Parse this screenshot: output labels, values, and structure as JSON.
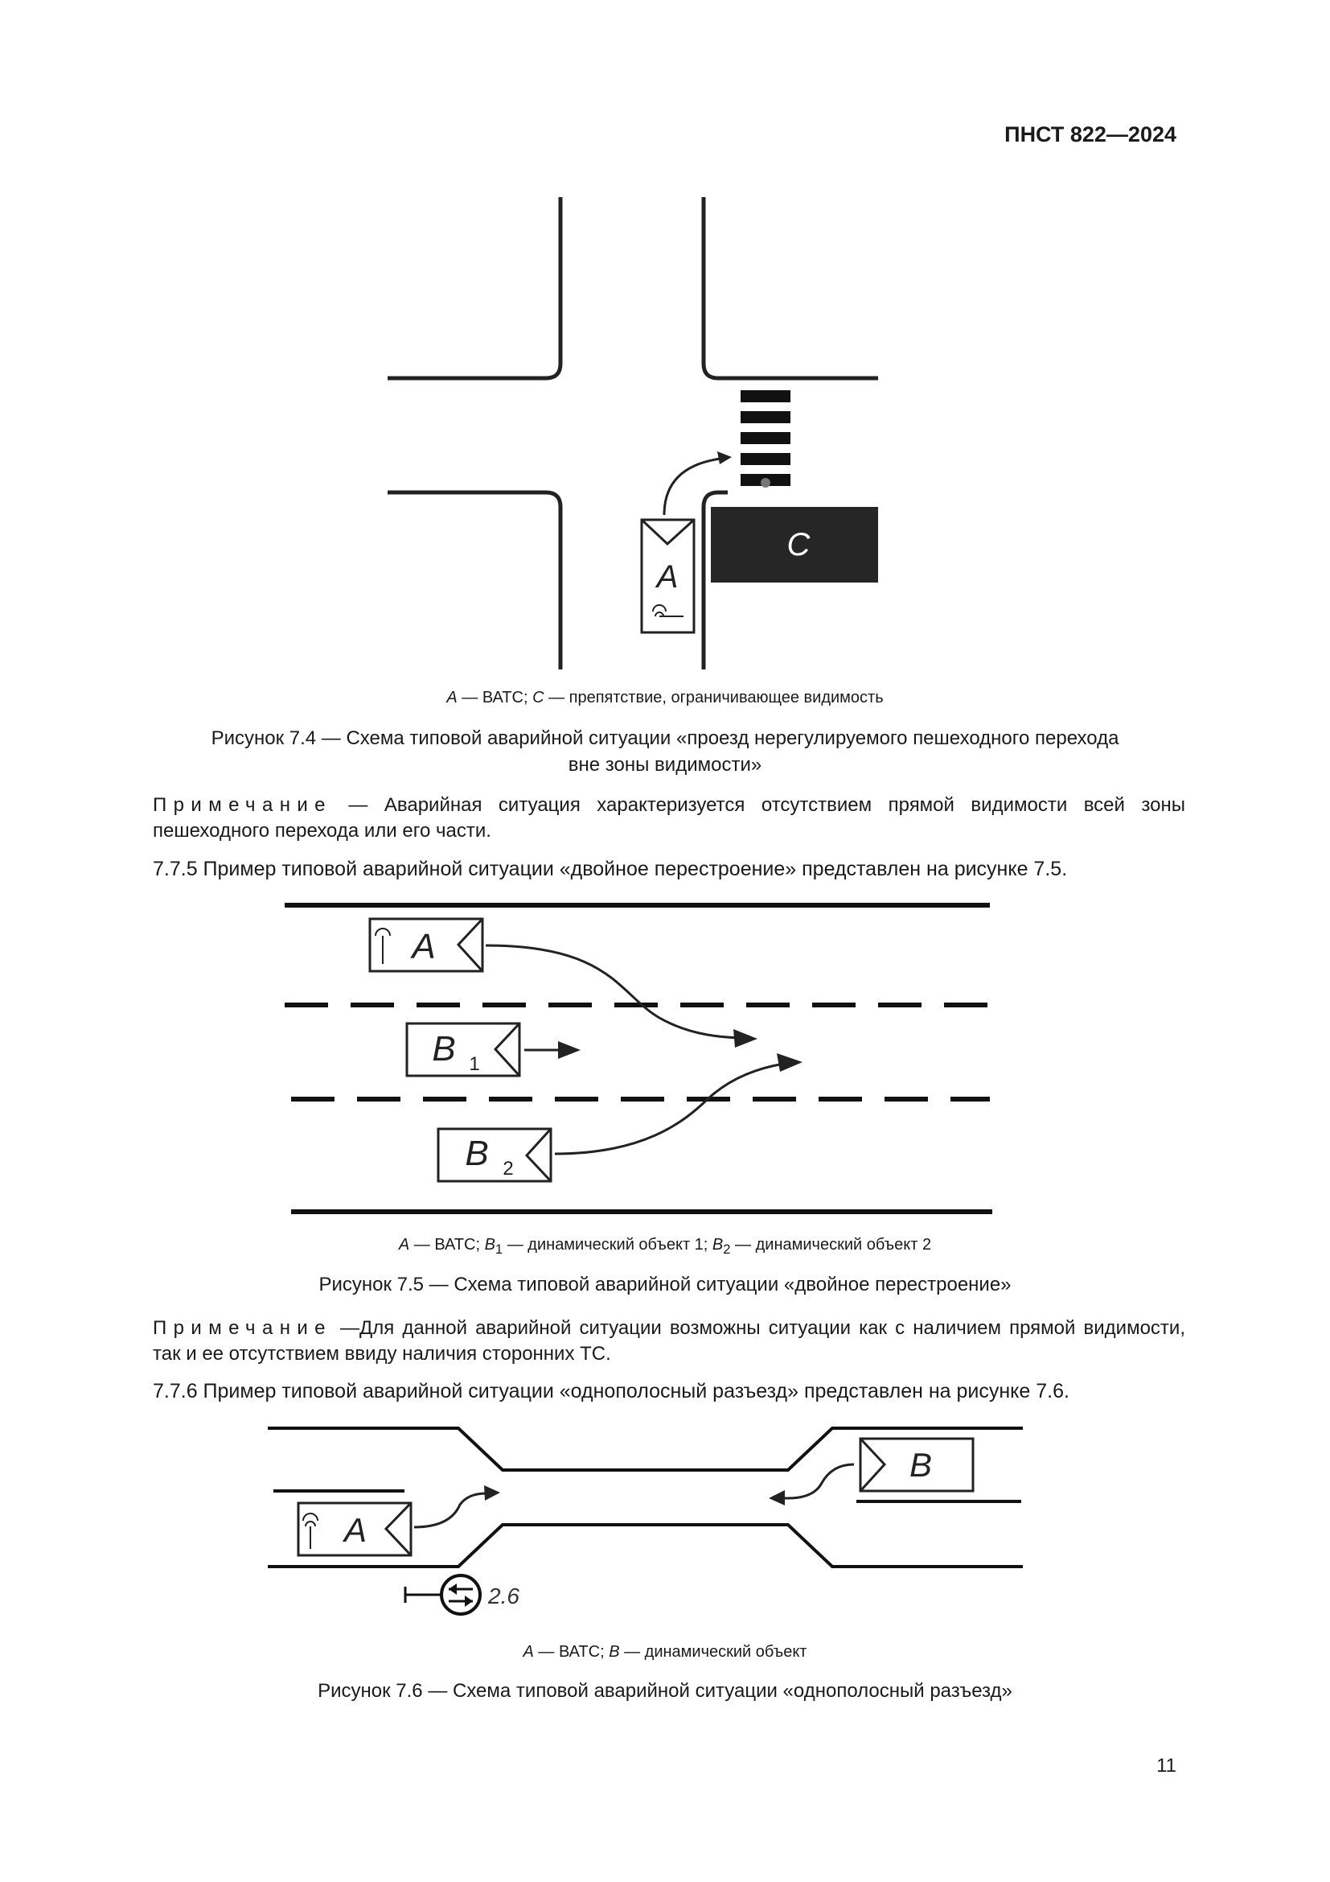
{
  "header": {
    "doc_code": "ПНСТ 822—2024"
  },
  "fig74": {
    "label_a": "A",
    "label_c": "C",
    "legend": {
      "a": "A",
      "a_text": " — ВАТС; ",
      "c": "C",
      "c_text": " — препятствие, ограничивающее видимость"
    },
    "caption_line1": "Рисунок 7.4 — Схема типовой аварийной ситуации «проезд нерегулируемого пешеходного перехода",
    "caption_line2": "вне зоны видимости»"
  },
  "note1": {
    "label": "Примечание",
    "text": " — Аварийная ситуация характеризуется отсутствием прямой видимости всей зоны пешеходного перехода или его части."
  },
  "para775": {
    "text": "7.7.5 Пример типовой аварийной ситуации «двойное перестроение» представлен на рисунке 7.5."
  },
  "fig75": {
    "label_a": "A",
    "label_b": "B",
    "sub_1": "1",
    "sub_2": "2",
    "legend": {
      "a": "A",
      "a_text": " — ВАТС; ",
      "b1": "B",
      "b1_sub": "1",
      "b1_text": " — динамический объект 1; ",
      "b2": "B",
      "b2_sub": "2",
      "b2_text": " — динамический объект 2"
    },
    "caption": "Рисунок 7.5 — Схема типовой аварийной ситуации «двойное перестроение»"
  },
  "note2": {
    "label": "Примечание",
    "text": " —Для данной аварийной ситуации возможны ситуации как с наличием прямой видимости, так и ее отсутствием ввиду наличия сторонних ТС."
  },
  "para776": {
    "text": "7.7.6 Пример типовой аварийной ситуации «однополосный разъезд» представлен на рисунке 7.6."
  },
  "fig76": {
    "label_a": "A",
    "label_b": "B",
    "sign_label": "2.6",
    "legend": {
      "a": "A",
      "a_text": " — ВАТС; ",
      "b": "B",
      "b_text": " — динамический объект"
    },
    "caption": "Рисунок 7.6 — Схема типовой аварийной ситуации «однополосный разъезд»"
  },
  "footer": {
    "page_number": "11"
  }
}
